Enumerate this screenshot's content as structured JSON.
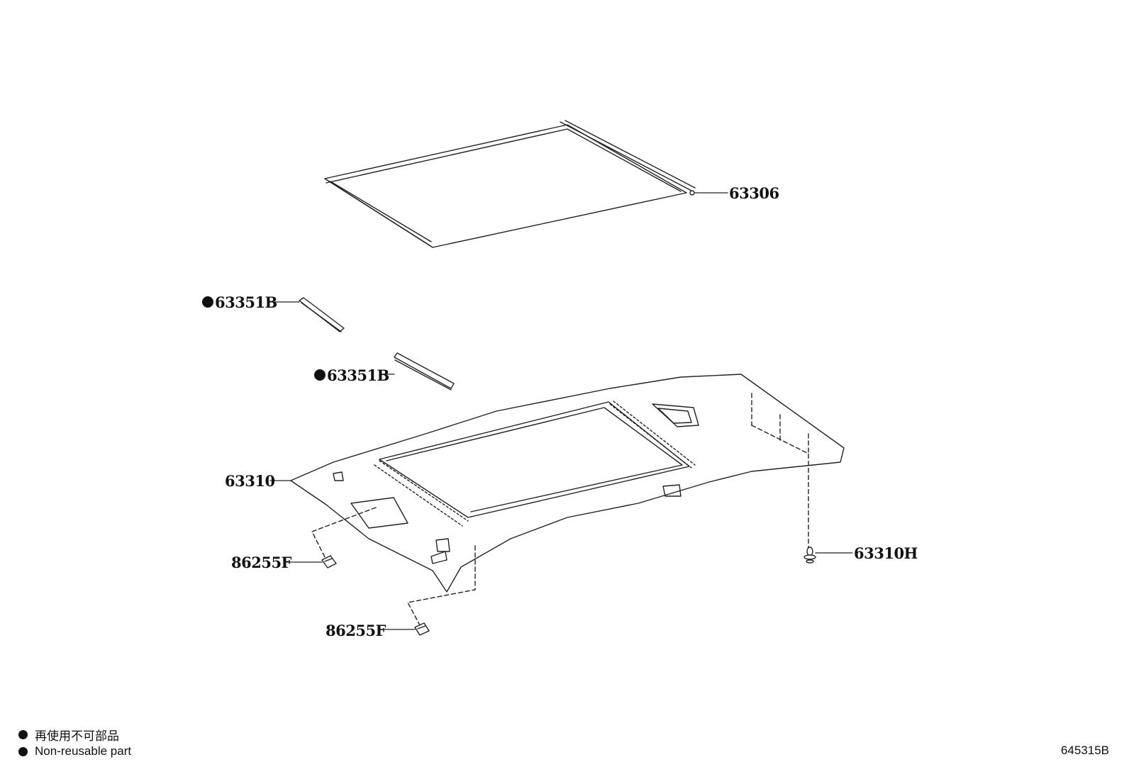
{
  "callouts": {
    "shade": "63306",
    "strip_upper": "63351B",
    "strip_lower": "63351B",
    "headliner": "63310",
    "clip_upper": "86255F",
    "clip_lower": "86255F",
    "fastener": "63310H"
  },
  "legend": {
    "line1": "再使用不可部品",
    "line2": "Non-reusable part"
  },
  "drawing_number": "645315B"
}
